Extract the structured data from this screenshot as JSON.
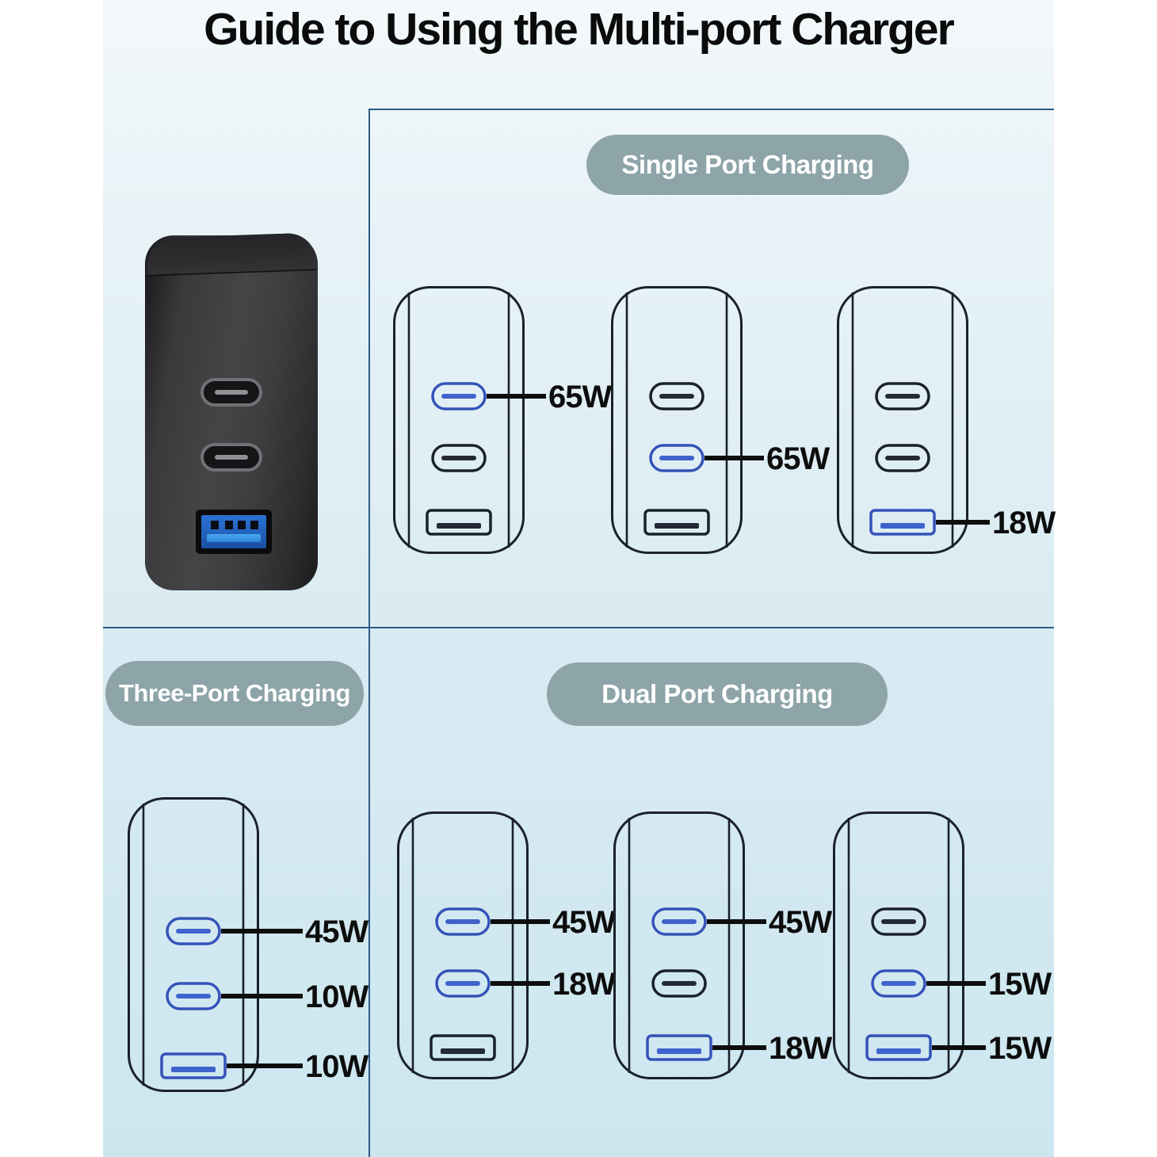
{
  "page": {
    "title": "Guide to Using the Multi-port Charger"
  },
  "colors": {
    "background_top": "#f3f8fb",
    "background_bottom": "#cce6ef",
    "divider_line": "#2e5a85",
    "section_pill": "#8da4a9",
    "port_inactive": "#1a212b",
    "port_active_outline": "#3453b8",
    "port_active_bar": "#3f63cc",
    "label_text": "#0d0d0d"
  },
  "photo": {
    "ports": [
      "usb-c",
      "usb-c",
      "usb-a"
    ]
  },
  "sections": {
    "single": {
      "label": "Single Port Charging",
      "diagrams": [
        {
          "ports": [
            {
              "type": "usb-c",
              "active": true,
              "label": "65W"
            },
            {
              "type": "usb-c",
              "active": false,
              "label": ""
            },
            {
              "type": "usb-a",
              "active": false,
              "label": ""
            }
          ]
        },
        {
          "ports": [
            {
              "type": "usb-c",
              "active": false,
              "label": ""
            },
            {
              "type": "usb-c",
              "active": true,
              "label": "65W"
            },
            {
              "type": "usb-a",
              "active": false,
              "label": ""
            }
          ]
        },
        {
          "ports": [
            {
              "type": "usb-c",
              "active": false,
              "label": ""
            },
            {
              "type": "usb-c",
              "active": false,
              "label": ""
            },
            {
              "type": "usb-a",
              "active": true,
              "label": "18W"
            }
          ]
        }
      ]
    },
    "three": {
      "label": "Three-Port Charging",
      "diagrams": [
        {
          "ports": [
            {
              "type": "usb-c",
              "active": true,
              "label": "45W"
            },
            {
              "type": "usb-c",
              "active": true,
              "label": "10W"
            },
            {
              "type": "usb-a",
              "active": true,
              "label": "10W"
            }
          ]
        }
      ]
    },
    "dual": {
      "label": "Dual Port Charging",
      "diagrams": [
        {
          "ports": [
            {
              "type": "usb-c",
              "active": true,
              "label": "45W"
            },
            {
              "type": "usb-c",
              "active": true,
              "label": "18W"
            },
            {
              "type": "usb-a",
              "active": false,
              "label": ""
            }
          ]
        },
        {
          "ports": [
            {
              "type": "usb-c",
              "active": true,
              "label": "45W"
            },
            {
              "type": "usb-c",
              "active": false,
              "label": ""
            },
            {
              "type": "usb-a",
              "active": true,
              "label": "18W"
            }
          ]
        },
        {
          "ports": [
            {
              "type": "usb-c",
              "active": false,
              "label": ""
            },
            {
              "type": "usb-c",
              "active": true,
              "label": "15W"
            },
            {
              "type": "usb-a",
              "active": true,
              "label": "15W"
            }
          ]
        }
      ]
    }
  }
}
